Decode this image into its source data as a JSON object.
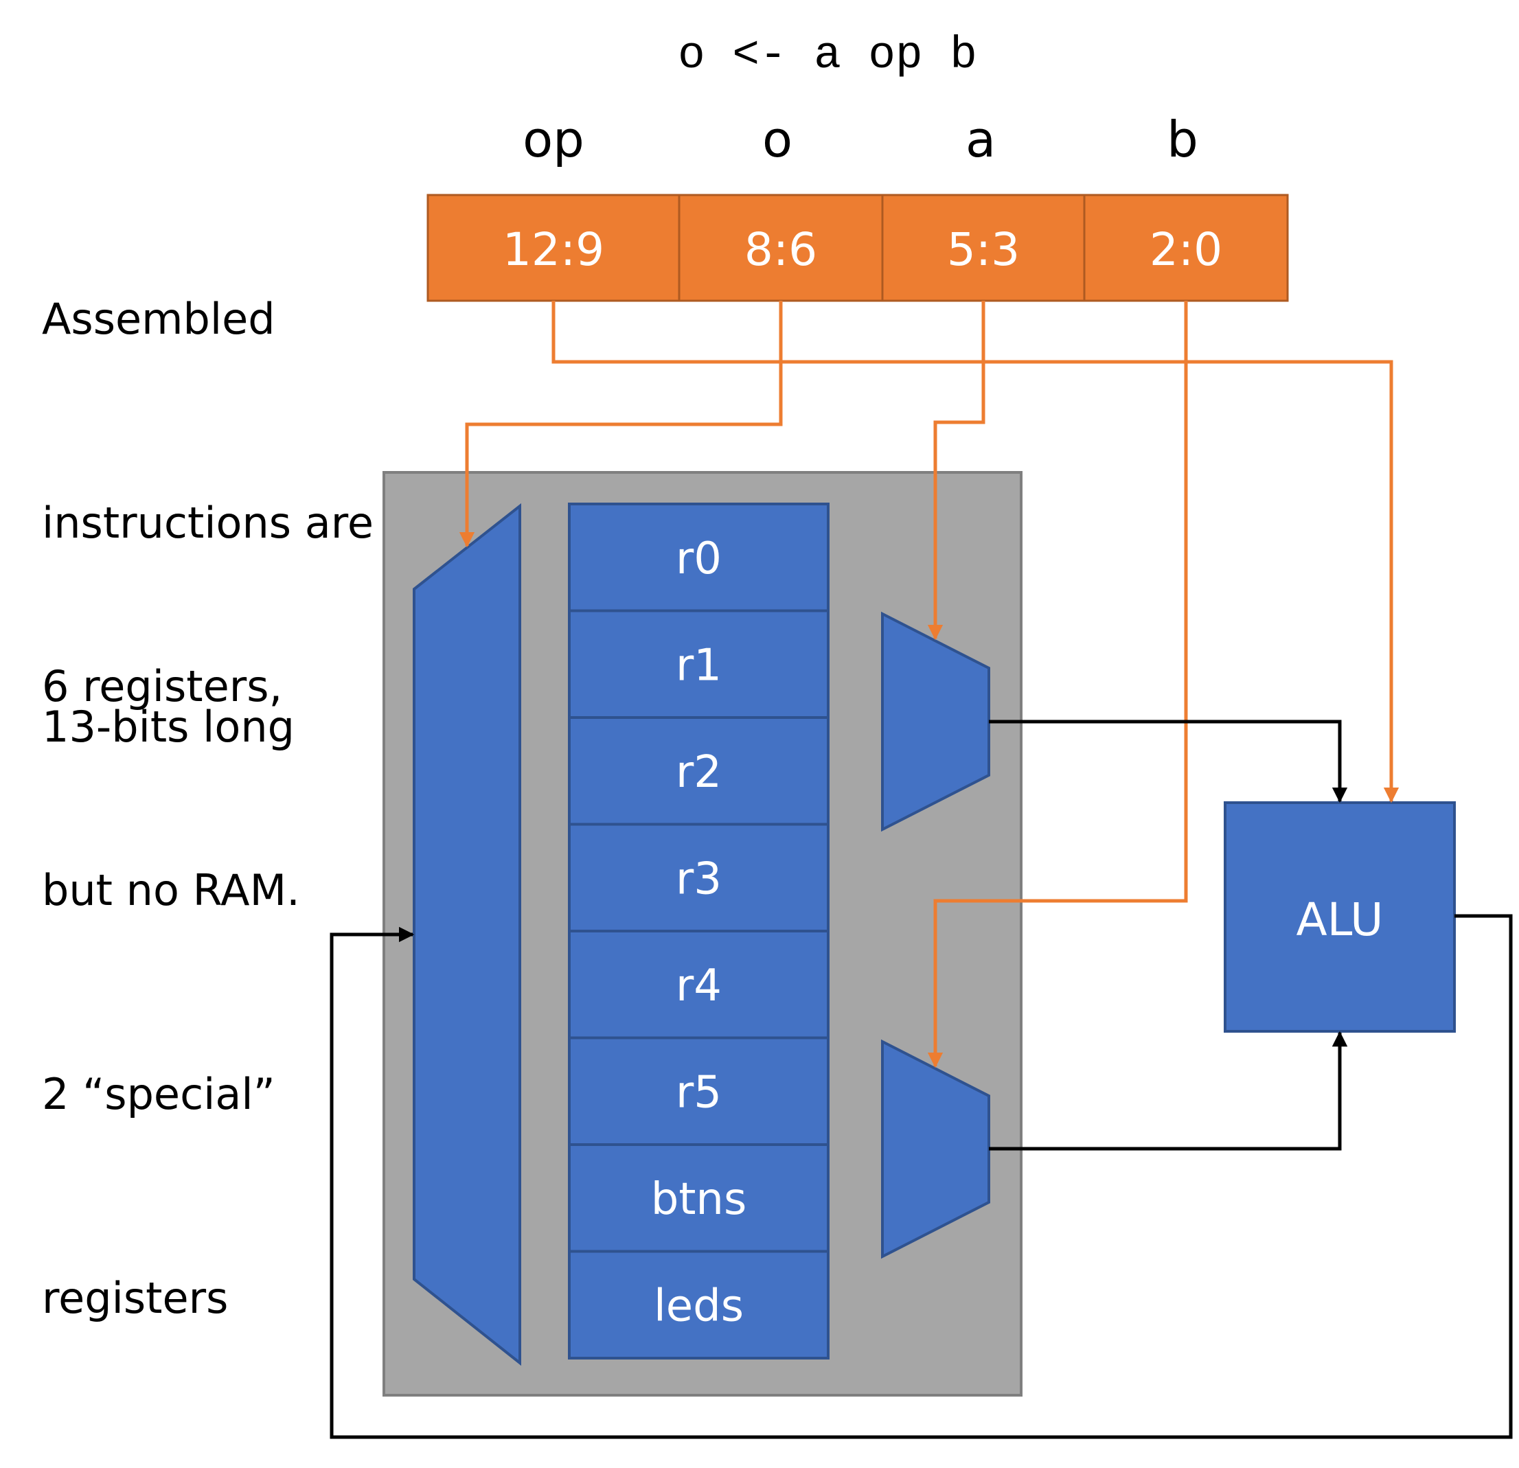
{
  "formula": "o <- a op b",
  "instruction": {
    "fields": [
      {
        "name": "op",
        "bits": "12:9"
      },
      {
        "name": "o",
        "bits": "8:6"
      },
      {
        "name": "a",
        "bits": "5:3"
      },
      {
        "name": "b",
        "bits": "2:0"
      }
    ]
  },
  "notes": {
    "instruction_lines": [
      "Assembled",
      "instructions are",
      "13-bits long"
    ],
    "register_lines": [
      "6 registers,",
      "but no RAM.",
      "2 “special”",
      "registers"
    ]
  },
  "registers": [
    "r0",
    "r1",
    "r2",
    "r3",
    "r4",
    "r5",
    "btns",
    "leds"
  ],
  "alu": {
    "label": "ALU"
  },
  "colors": {
    "field_fill": "#ED7D31",
    "field_border": "#AE5A21",
    "orange_wire": "#ED7D31",
    "blue_fill": "#4472C4",
    "blue_border": "#2F528F",
    "regfile_bg": "#A6A6A6",
    "regfile_border": "#7F7F7F",
    "black_wire": "#000000"
  }
}
